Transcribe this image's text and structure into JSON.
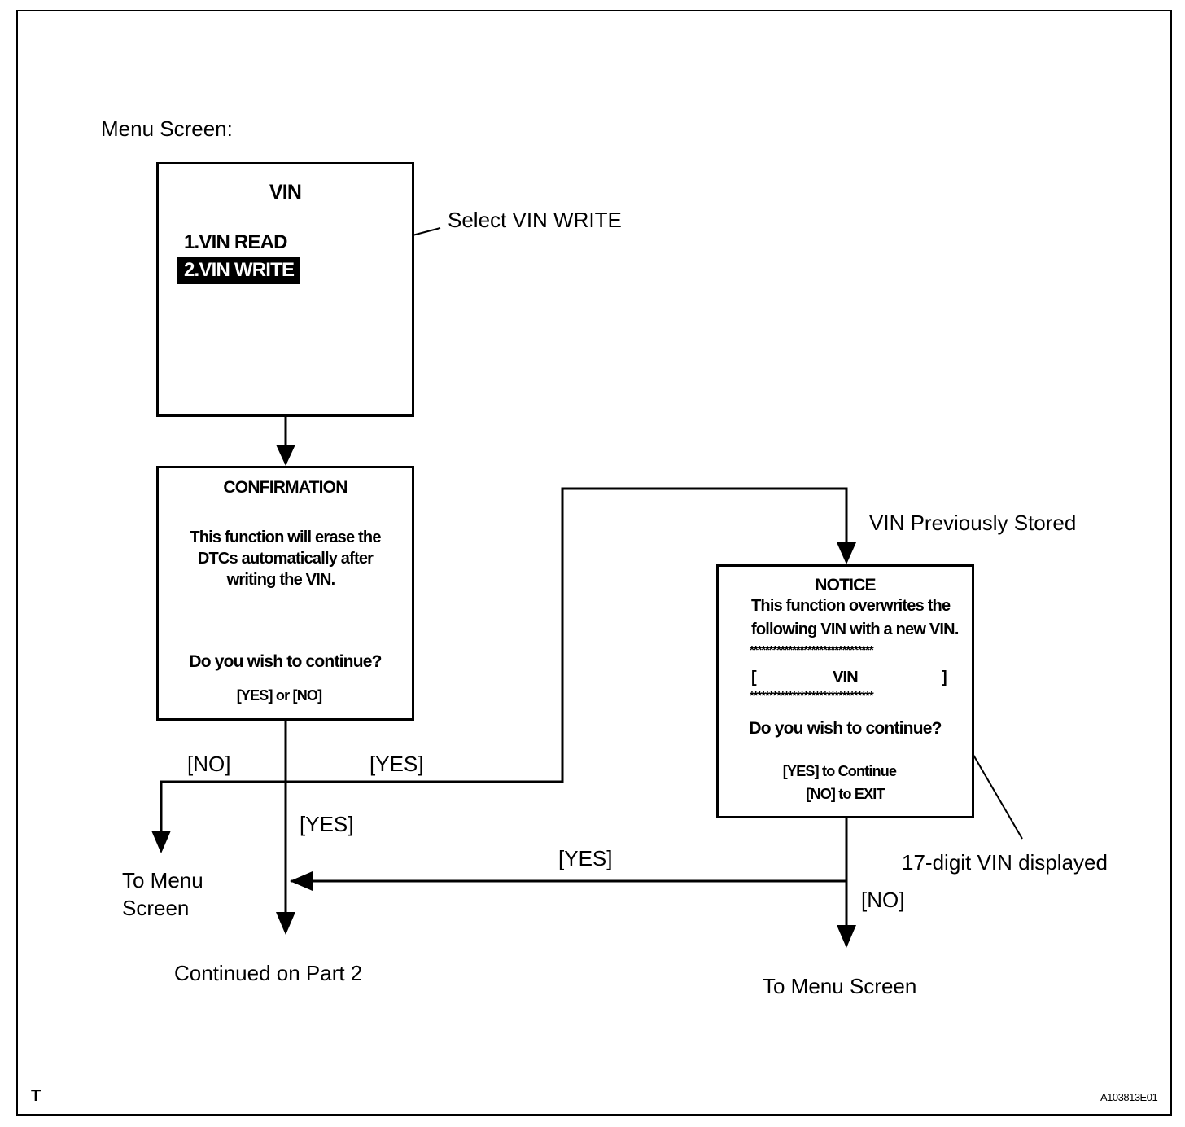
{
  "menu_screen_label": "Menu Screen:",
  "vin_box": {
    "title": "VIN",
    "item1": "1.VIN READ",
    "item2": "2.VIN WRITE"
  },
  "callout_select": "Select VIN WRITE",
  "confirmation_box": {
    "title": "CONFIRMATION",
    "line1": "This function will erase the",
    "line2": "DTCs automatically after",
    "line3": "writing the VIN.",
    "question": "Do you wish to continue?",
    "options": "[YES] or [NO]"
  },
  "notice_box": {
    "title": "NOTICE",
    "line1": "This function overwrites the",
    "line2": "following VIN with a new VIN.",
    "stars": "********************************",
    "bracket_left": "[",
    "vin": "VIN",
    "bracket_right": "]",
    "question": "Do you wish to continue?",
    "yes_option": "[YES] to Continue",
    "no_option": "[NO] to EXIT"
  },
  "labels": {
    "vin_previously_stored": "VIN Previously Stored",
    "no_left": "[NO]",
    "yes_branch": "[YES]",
    "yes_down": "[YES]",
    "yes_return": "[YES]",
    "no_notice": "[NO]",
    "to_menu_line1": "To Menu",
    "to_menu_line2": "Screen",
    "continued": "Continued on Part 2",
    "to_menu_screen": "To Menu Screen",
    "vin_displayed": "17-digit VIN displayed"
  },
  "footer": {
    "left_mark": "T",
    "figure_id": "A103813E01"
  }
}
